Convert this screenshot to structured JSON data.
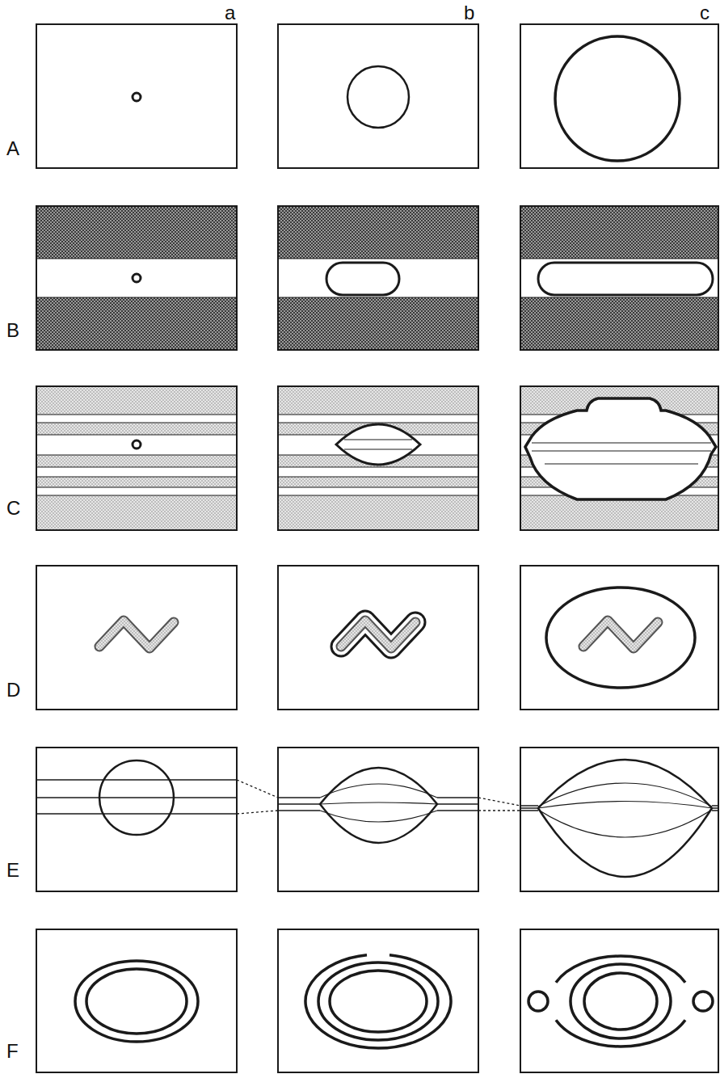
{
  "diagram": {
    "labels": [
      "a",
      "b",
      "c",
      "A",
      "B",
      "C",
      "D",
      "E",
      "F"
    ]
  }
}
